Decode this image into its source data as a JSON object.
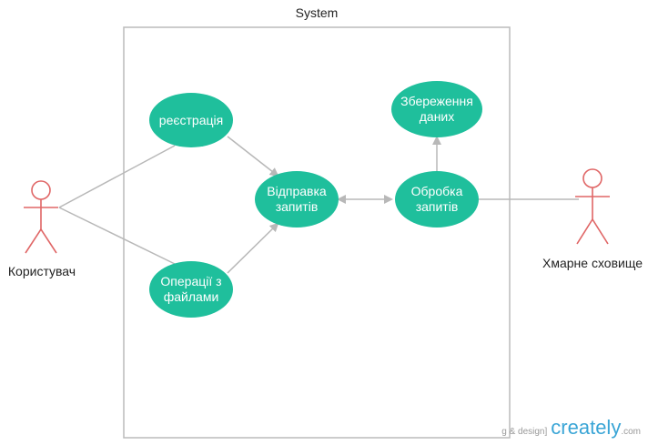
{
  "diagram": {
    "system_label": "System",
    "actors": {
      "user": "Користувач",
      "cloud": "Хмарне сховище"
    },
    "use_cases": {
      "registration": "реєстрація",
      "file_ops_line1": "Операції з",
      "file_ops_line2": "файлами",
      "send_line1": "Відправка",
      "send_line2": "запитів",
      "process_line1": "Обробка",
      "process_line2": "запитів",
      "store_line1": "Збереження",
      "store_line2": "даних"
    },
    "colors": {
      "use_case_fill": "#1fbf9c",
      "actor_stroke": "#e06666",
      "connector": "#b8b8b8",
      "boundary": "#bbbbbb"
    }
  },
  "watermark": {
    "left_text": "g & design]",
    "logo": "creately",
    "suffix": ".com"
  }
}
